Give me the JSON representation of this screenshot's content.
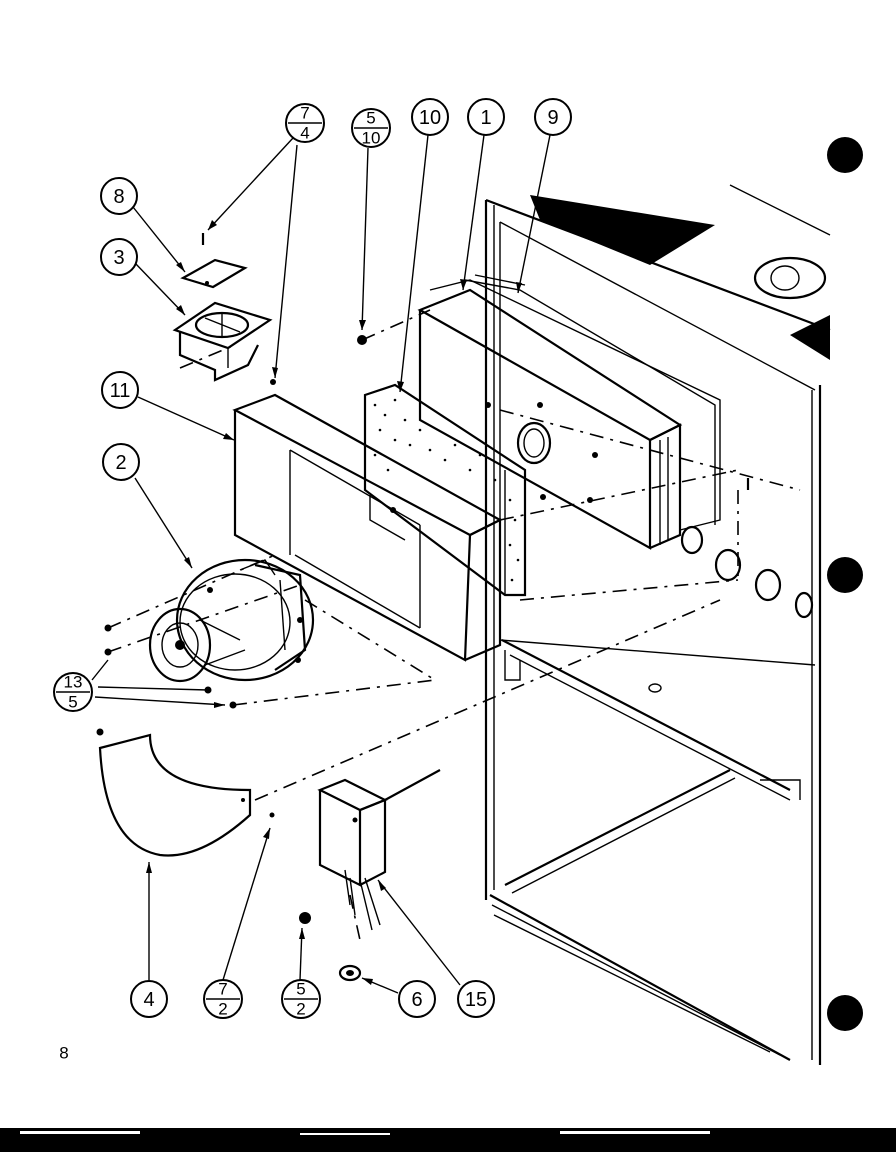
{
  "page_number": "8",
  "callouts": {
    "c1": {
      "label": "1"
    },
    "c2": {
      "label": "2"
    },
    "c3": {
      "label": "3"
    },
    "c4": {
      "label": "4"
    },
    "c6": {
      "label": "6"
    },
    "c8": {
      "label": "8"
    },
    "c9": {
      "label": "9"
    },
    "c10": {
      "label": "10"
    },
    "c11": {
      "label": "11"
    },
    "c15": {
      "label": "15"
    },
    "f7_4": {
      "top": "7",
      "bottom": "4"
    },
    "f5_10": {
      "top": "5",
      "bottom": "10"
    },
    "f13_5": {
      "top": "13",
      "bottom": "5"
    },
    "f7_2": {
      "top": "7",
      "bottom": "2"
    },
    "f5_2": {
      "top": "5",
      "bottom": "2"
    }
  }
}
